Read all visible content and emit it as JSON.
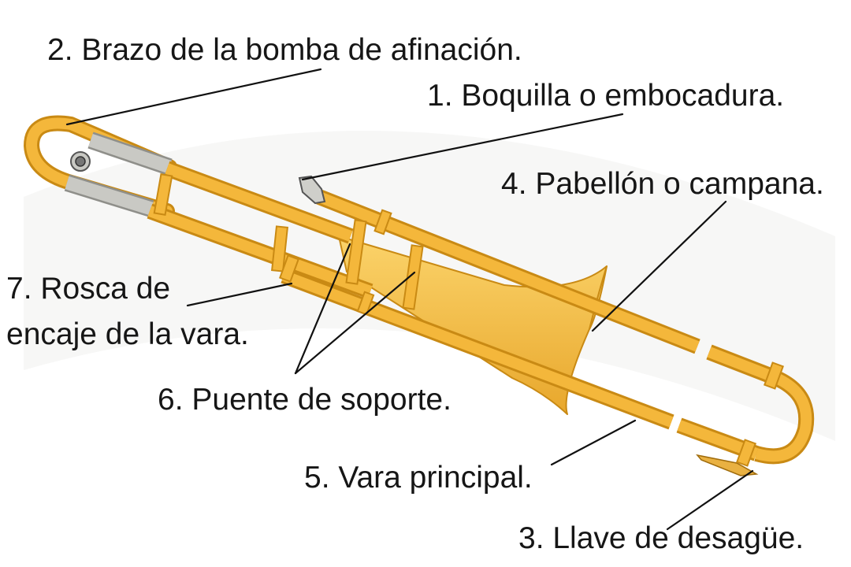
{
  "labels": {
    "l1": "1. Boquilla o embocadura.",
    "l2": "2. Brazo de la bomba de afinación.",
    "l3": "3. Llave de desagüe.",
    "l4": "4. Pabellón o campana.",
    "l5": "5. Vara principal.",
    "l6": "6. Puente de soporte.",
    "l7_line1": "7. Rosca de",
    "l7_line2": "encaje de la vara."
  },
  "colors": {
    "brass": "#f4b73b",
    "brass_dark": "#c98a14",
    "brass_light": "#fbd56f",
    "silver": "#c9c9c4",
    "leader": "#111111",
    "text": "#161616"
  }
}
